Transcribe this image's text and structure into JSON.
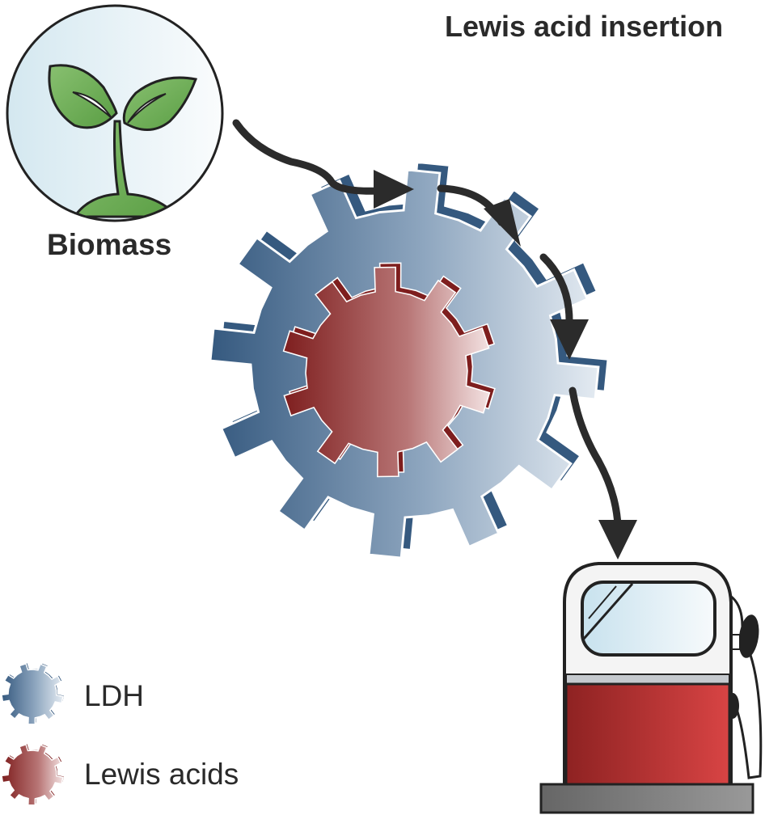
{
  "title": "Lewis acid insertion",
  "nodes": {
    "biomass": {
      "label": "Biomass",
      "icon": "plant-sprout-icon"
    },
    "catalyst": {
      "outer": "LDH",
      "inner": "Lewis acids",
      "icon": "gear-in-gear-icon"
    },
    "fuel": {
      "icon": "fuel-pump-icon"
    }
  },
  "flow": [
    "Biomass",
    "Lewis acid insertion (LDH + Lewis acids)",
    "Fuel"
  ],
  "legend": [
    {
      "label": "LDH",
      "color": "#3b5f87"
    },
    {
      "label": "Lewis acids",
      "color": "#8a2424"
    }
  ],
  "colors": {
    "ldh_dark": "#35597f",
    "ldh_light": "#dde6ee",
    "lewis_dark": "#7e1e1e",
    "lewis_light": "#f0dada",
    "plant": "#6aa84f",
    "arrow": "#2b2b2b",
    "pump_red": "#b83232",
    "pump_base": "#7a7a7a"
  }
}
